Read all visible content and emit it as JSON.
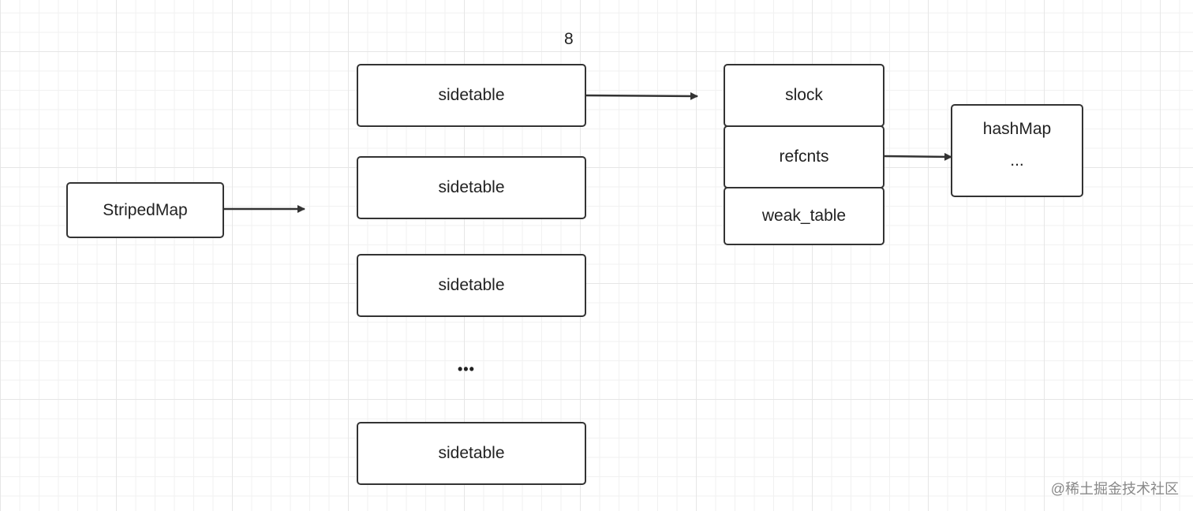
{
  "striped_map": "StripedMap",
  "count_label": "8",
  "sidetables": [
    "sidetable",
    "sidetable",
    "sidetable",
    "sidetable"
  ],
  "ellipsis": "•••",
  "sidetable_fields": [
    "slock",
    "refcnts",
    "weak_table"
  ],
  "hashmap": {
    "title": "hashMap",
    "ellipsis": "..."
  },
  "watermark": "@稀土掘金技术社区"
}
